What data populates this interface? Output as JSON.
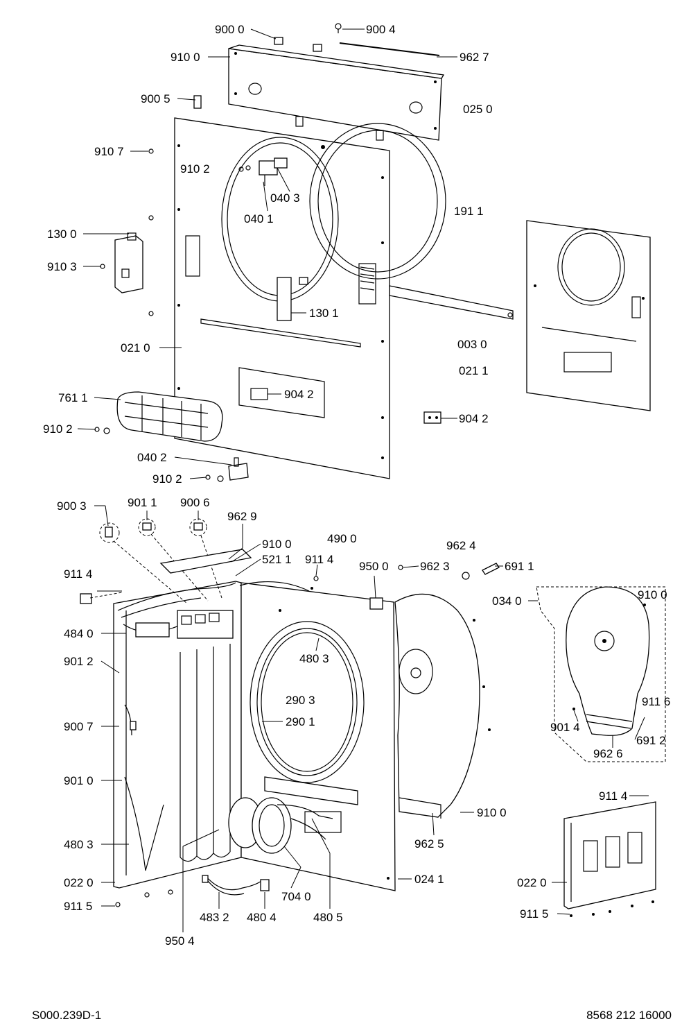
{
  "labels": {
    "l_9000": "900 0",
    "l_9004": "900 4",
    "l_9100_top": "910 0",
    "l_9627": "962 7",
    "l_9005": "900 5",
    "l_0250": "025 0",
    "l_9107": "910 7",
    "l_9102_a": "910 2",
    "l_0403": "040 3",
    "l_1911": "191 1",
    "l_0401": "040 1",
    "l_1300": "130 0",
    "l_9103": "910 3",
    "l_1301": "130 1",
    "l_0030": "003 0",
    "l_0210": "021 0",
    "l_0211": "021 1",
    "l_7611": "761 1",
    "l_9042_a": "904 2",
    "l_9042_b": "904 2",
    "l_9102_b": "910 2",
    "l_0402": "040 2",
    "l_9102_c": "910 2",
    "l_9003": "900 3",
    "l_9011": "901 1",
    "l_9006": "900 6",
    "l_9629": "962 9",
    "l_9100_mid": "910 0",
    "l_4900": "490 0",
    "l_9624": "962 4",
    "l_5211": "521 1",
    "l_9114_a": "911 4",
    "l_9114_b": "911 4",
    "l_9500": "950 0",
    "l_9623": "962 3",
    "l_6911": "691 1",
    "l_0340": "034 0",
    "l_9100_r": "910 0",
    "l_4840": "484 0",
    "l_4803_a": "480 3",
    "l_9012": "901 2",
    "l_2903": "290 3",
    "l_9116": "911 6",
    "l_9007": "900 7",
    "l_2901": "290 1",
    "l_9014": "901 4",
    "l_6912": "691 2",
    "l_9626": "962 6",
    "l_9010": "901 0",
    "l_9114_c": "911 4",
    "l_9100_bot": "910 0",
    "l_4803_b": "480 3",
    "l_9625": "962 5",
    "l_0220_a": "022 0",
    "l_0241": "024 1",
    "l_0220_b": "022 0",
    "l_9115_a": "911 5",
    "l_7040": "704 0",
    "l_9115_b": "911 5",
    "l_4832": "483 2",
    "l_4804": "480 4",
    "l_4805": "480 5",
    "l_9504": "950 4"
  },
  "footer": {
    "left_code": "S000.239D-1",
    "right_code": "8568 212 16000"
  }
}
